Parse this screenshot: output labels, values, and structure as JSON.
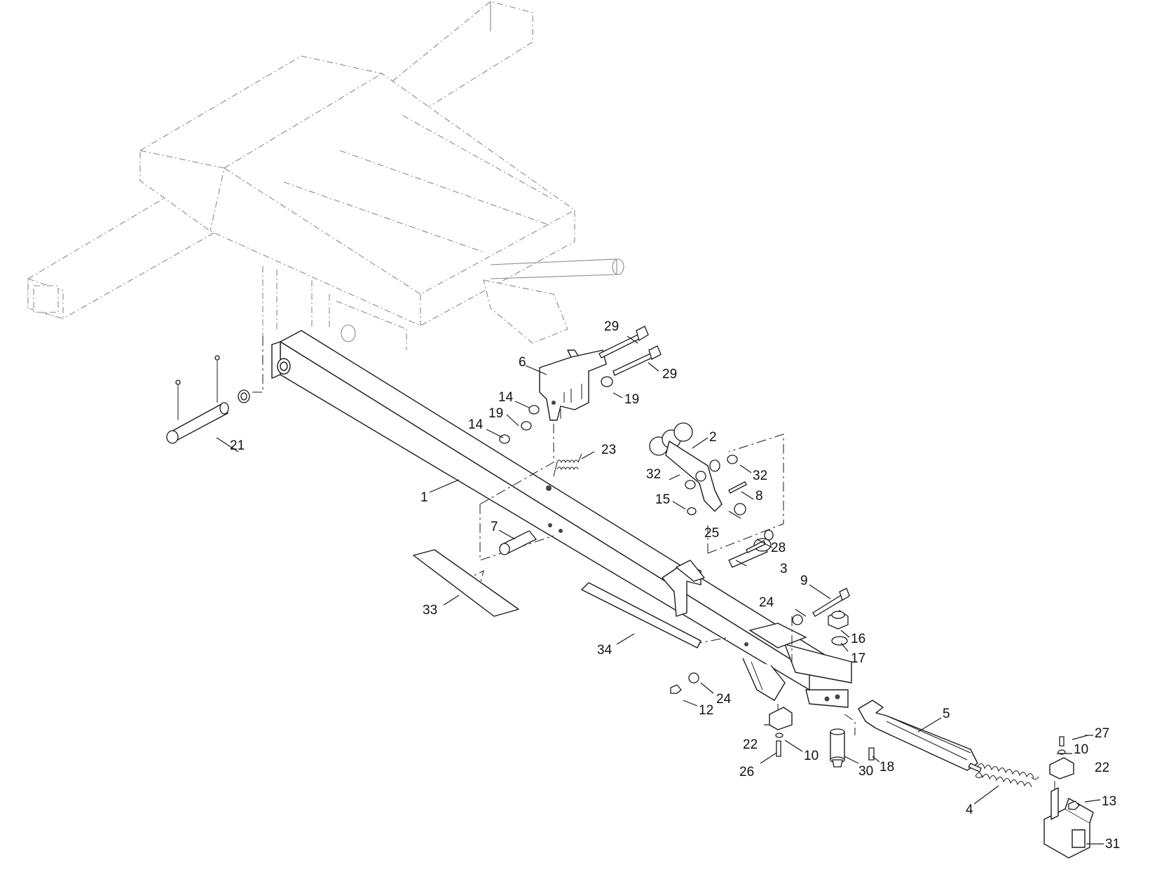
{
  "diagram": {
    "callouts": [
      {
        "id": "1",
        "label": "1"
      },
      {
        "id": "2",
        "label": "2"
      },
      {
        "id": "3",
        "label": "3"
      },
      {
        "id": "4",
        "label": "4"
      },
      {
        "id": "5",
        "label": "5"
      },
      {
        "id": "6",
        "label": "6"
      },
      {
        "id": "7",
        "label": "7"
      },
      {
        "id": "8",
        "label": "8"
      },
      {
        "id": "9",
        "label": "9"
      },
      {
        "id": "10a",
        "label": "10"
      },
      {
        "id": "10b",
        "label": "10"
      },
      {
        "id": "12",
        "label": "12"
      },
      {
        "id": "13",
        "label": "13"
      },
      {
        "id": "14a",
        "label": "14"
      },
      {
        "id": "14b",
        "label": "14"
      },
      {
        "id": "15",
        "label": "15"
      },
      {
        "id": "16",
        "label": "16"
      },
      {
        "id": "17",
        "label": "17"
      },
      {
        "id": "18",
        "label": "18"
      },
      {
        "id": "19a",
        "label": "19"
      },
      {
        "id": "19b",
        "label": "19"
      },
      {
        "id": "21",
        "label": "21"
      },
      {
        "id": "22a",
        "label": "22"
      },
      {
        "id": "22b",
        "label": "22"
      },
      {
        "id": "23",
        "label": "23"
      },
      {
        "id": "24a",
        "label": "24"
      },
      {
        "id": "24b",
        "label": "24"
      },
      {
        "id": "25",
        "label": "25"
      },
      {
        "id": "26",
        "label": "26"
      },
      {
        "id": "27",
        "label": "27"
      },
      {
        "id": "28",
        "label": "28"
      },
      {
        "id": "29a",
        "label": "29"
      },
      {
        "id": "29b",
        "label": "29"
      },
      {
        "id": "30",
        "label": "30"
      },
      {
        "id": "31",
        "label": "31"
      },
      {
        "id": "32a",
        "label": "32"
      },
      {
        "id": "32b",
        "label": "32"
      },
      {
        "id": "33",
        "label": "33"
      },
      {
        "id": "34",
        "label": "34"
      }
    ]
  }
}
